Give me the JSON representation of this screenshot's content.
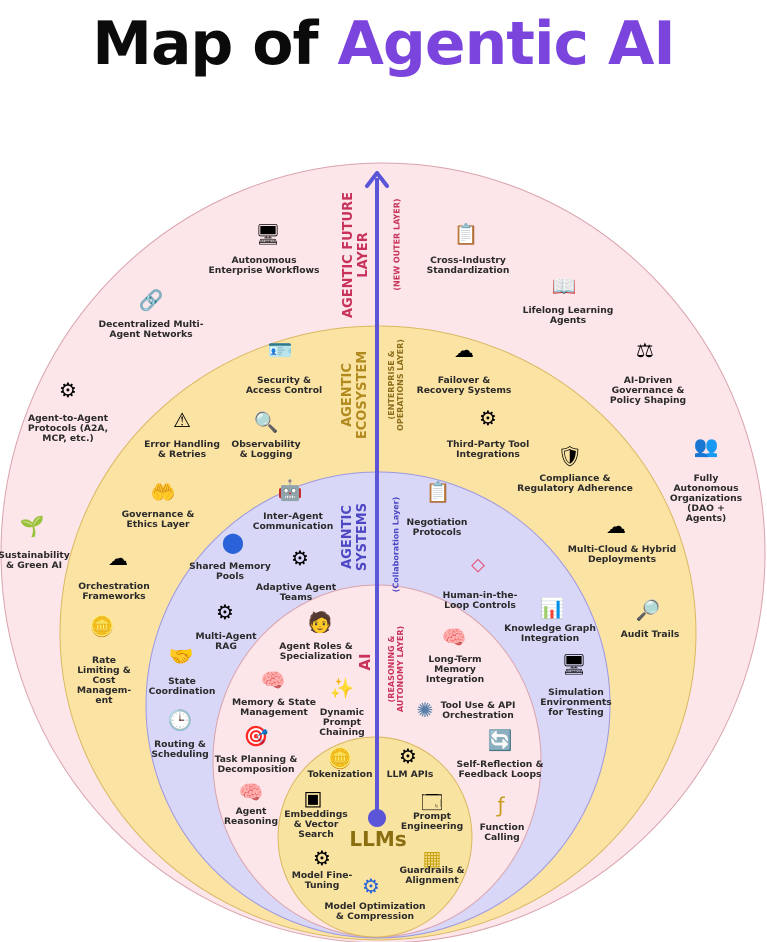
{
  "title": {
    "part1": "Map of",
    "part2": "Agentic AI"
  },
  "colors": {
    "future": "#fde6ea",
    "ecosystem": "#fbe3a4",
    "systems": "#d9d7f7",
    "ai": "#fde6ea",
    "llm": "#f9e3a1",
    "arrow": "#5b55d8",
    "title_accent": "#7b45dd",
    "future_label": "#c8325a",
    "ecosystem_label": "#b18a1e",
    "systems_label": "#4d47c4",
    "ai_label": "#c8325a",
    "llm_label": "#8a6f12"
  },
  "layers": {
    "future": {
      "name": "AGENTIC FUTURE\nLAYER",
      "sub": "(NEW OUTER LAYER)"
    },
    "ecosystem": {
      "name": "AGENTIC\nECOSYSTEM",
      "sub": "(ENTERPRISE &\nOPERATIONS LAYER)"
    },
    "systems": {
      "name": "AGENTIC\nSYSTEMS",
      "sub": "(Collaboration Layer)"
    },
    "ai": {
      "name": "AI",
      "sub": "(REASONING &\nAUTONOMY LAYER)"
    },
    "llm": {
      "name": "LLMs"
    }
  },
  "items": {
    "future": [
      {
        "label": "Autonomous\nEnterprise Workflows",
        "icon": "workflow-icon",
        "glyph": "🖥"
      },
      {
        "label": "Cross-Industry\nStandardization",
        "icon": "checklist-badge-icon",
        "glyph": "📋"
      },
      {
        "label": "Decentralized Multi-\nAgent Networks",
        "icon": "network-icon",
        "glyph": "🔗"
      },
      {
        "label": "Lifelong Learning\nAgents",
        "icon": "book-bulb-icon",
        "glyph": "📖"
      },
      {
        "label": "Agent-to-Agent\nProtocols (A2A,\nMCP, etc.)",
        "icon": "protocol-tree-icon",
        "glyph": "⚙"
      },
      {
        "label": "AI-Driven\nGovernance &\nPolicy Shaping",
        "icon": "scales-icon",
        "glyph": "⚖"
      },
      {
        "label": "Sustainability\n& Green AI",
        "icon": "green-laptop-icon",
        "glyph": "🌱"
      },
      {
        "label": "Fully Autonomous\nOrganizations\n(DAO + Agents)",
        "icon": "organization-icon",
        "glyph": "👥"
      }
    ],
    "ecosystem": [
      {
        "label": "Security &\nAccess Control",
        "icon": "id-card-icon",
        "glyph": "🪪"
      },
      {
        "label": "Failover &\nRecovery Systems",
        "icon": "cloud-database-icon",
        "glyph": "☁"
      },
      {
        "label": "Error Handling\n& Retries",
        "icon": "error-gear-icon",
        "glyph": "⚠"
      },
      {
        "label": "Observability\n& Logging",
        "icon": "magnifier-log-icon",
        "glyph": "🔍"
      },
      {
        "label": "Third-Party Tool\nIntegrations",
        "icon": "integration-gear-icon",
        "glyph": "⚙"
      },
      {
        "label": "Compliance &\nRegulatory Adherence",
        "icon": "shield-check-icon",
        "glyph": "🛡"
      },
      {
        "label": "Governance &\nEthics Layer",
        "icon": "people-hands-icon",
        "glyph": "🤲"
      },
      {
        "label": "Orchestration\nFrameworks",
        "icon": "cloud-gear-icon",
        "glyph": "☁"
      },
      {
        "label": "Multi-Cloud & Hybrid\nDeployments",
        "icon": "multi-cloud-icon",
        "glyph": "☁"
      },
      {
        "label": "Rate\nLimiting &\nCost\nManagem-\nent",
        "icon": "coins-gear-icon",
        "glyph": "🪙"
      },
      {
        "label": "Audit Trails",
        "icon": "audit-search-icon",
        "glyph": "🔎"
      }
    ],
    "systems": [
      {
        "label": "Inter-Agent\nCommunication",
        "icon": "robot-chat-icon",
        "glyph": "🤖"
      },
      {
        "label": "Negotiation\nProtocols",
        "icon": "clipboard-shield-icon",
        "glyph": "📋"
      },
      {
        "label": "Shared Memory\nPools",
        "icon": "share-nodes-icon",
        "glyph": "⬤"
      },
      {
        "label": "Adaptive Agent\nTeams",
        "icon": "team-gears-icon",
        "glyph": "⚙"
      },
      {
        "label": "Human-in-the-\nLoop Controls",
        "icon": "flowchart-icon",
        "glyph": "⬦"
      },
      {
        "label": "Multi-Agent\nRAG",
        "icon": "rag-tree-icon",
        "glyph": "⚙"
      },
      {
        "label": "Knowledge Graph\nIntegration",
        "icon": "chart-clock-icon",
        "glyph": "📊"
      },
      {
        "label": "State\nCoordination",
        "icon": "handshake-icon",
        "glyph": "🤝"
      },
      {
        "label": "Simulation\nEnvironments\nfor Testing",
        "icon": "monitor-gear-icon",
        "glyph": "🖥"
      },
      {
        "label": "Routing &\nScheduling",
        "icon": "clock-calendar-icon",
        "glyph": "🕒"
      }
    ],
    "ai": [
      {
        "label": "Agent Roles &\nSpecialization",
        "icon": "agent-person-icon",
        "glyph": "🧑"
      },
      {
        "label": "Long-Term\nMemory\nIntegration",
        "icon": "brain-clock-icon",
        "glyph": "🧠"
      },
      {
        "label": "Memory & State\nManagement",
        "icon": "brain-icon",
        "glyph": "🧠"
      },
      {
        "label": "Dynamic\nPrompt\nChaining",
        "icon": "magic-wand-icon",
        "glyph": "✨"
      },
      {
        "label": "Tool Use & API\nOrchestration",
        "icon": "hub-icon",
        "glyph": "✺"
      },
      {
        "label": "Task Planning &\nDecomposition",
        "icon": "task-target-icon",
        "glyph": "🎯"
      },
      {
        "label": "Self-Reflection &\nFeedback Loops",
        "icon": "feedback-loop-icon",
        "glyph": "🔄"
      },
      {
        "label": "Agent\nReasoning",
        "icon": "brain-gear-icon",
        "glyph": "🧠"
      },
      {
        "label": "Function\nCalling",
        "icon": "function-icon",
        "glyph": "ƒ"
      }
    ],
    "llm": [
      {
        "label": "Tokenization",
        "icon": "tokens-icon",
        "glyph": "🪙"
      },
      {
        "label": "LLM APIs",
        "icon": "api-icon",
        "glyph": "⚙"
      },
      {
        "label": "Embeddings\n& Vector\nSearch",
        "icon": "chip-icon",
        "glyph": "▣"
      },
      {
        "label": "Prompt\nEngineering",
        "icon": "prompt-window-icon",
        "glyph": "🗔"
      },
      {
        "label": "Model Fine-\nTuning",
        "icon": "gear-wrench-icon",
        "glyph": "⚙"
      },
      {
        "label": "Guardrails &\nAlignment",
        "icon": "barrier-icon",
        "glyph": "▦"
      },
      {
        "label": "Model Optimization\n& Compression",
        "icon": "gear-cycle-icon",
        "glyph": "⚙"
      }
    ]
  }
}
